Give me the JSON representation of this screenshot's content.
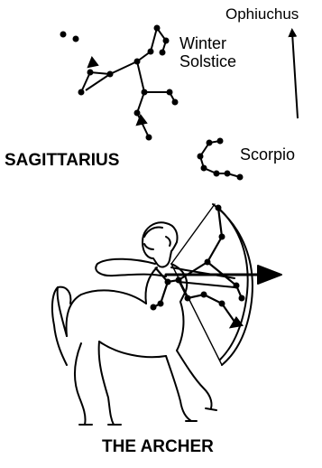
{
  "labels": {
    "ophiuchus": "Ophiuchus",
    "winter_solstice_line1": "Winter",
    "winter_solstice_line2": "Solstice",
    "sagittarius": "SAGITTARIUS",
    "scorpio": "Scorpio",
    "the_archer": "THE ARCHER"
  },
  "colors": {
    "ink": "#000000",
    "paper": "#ffffff"
  }
}
